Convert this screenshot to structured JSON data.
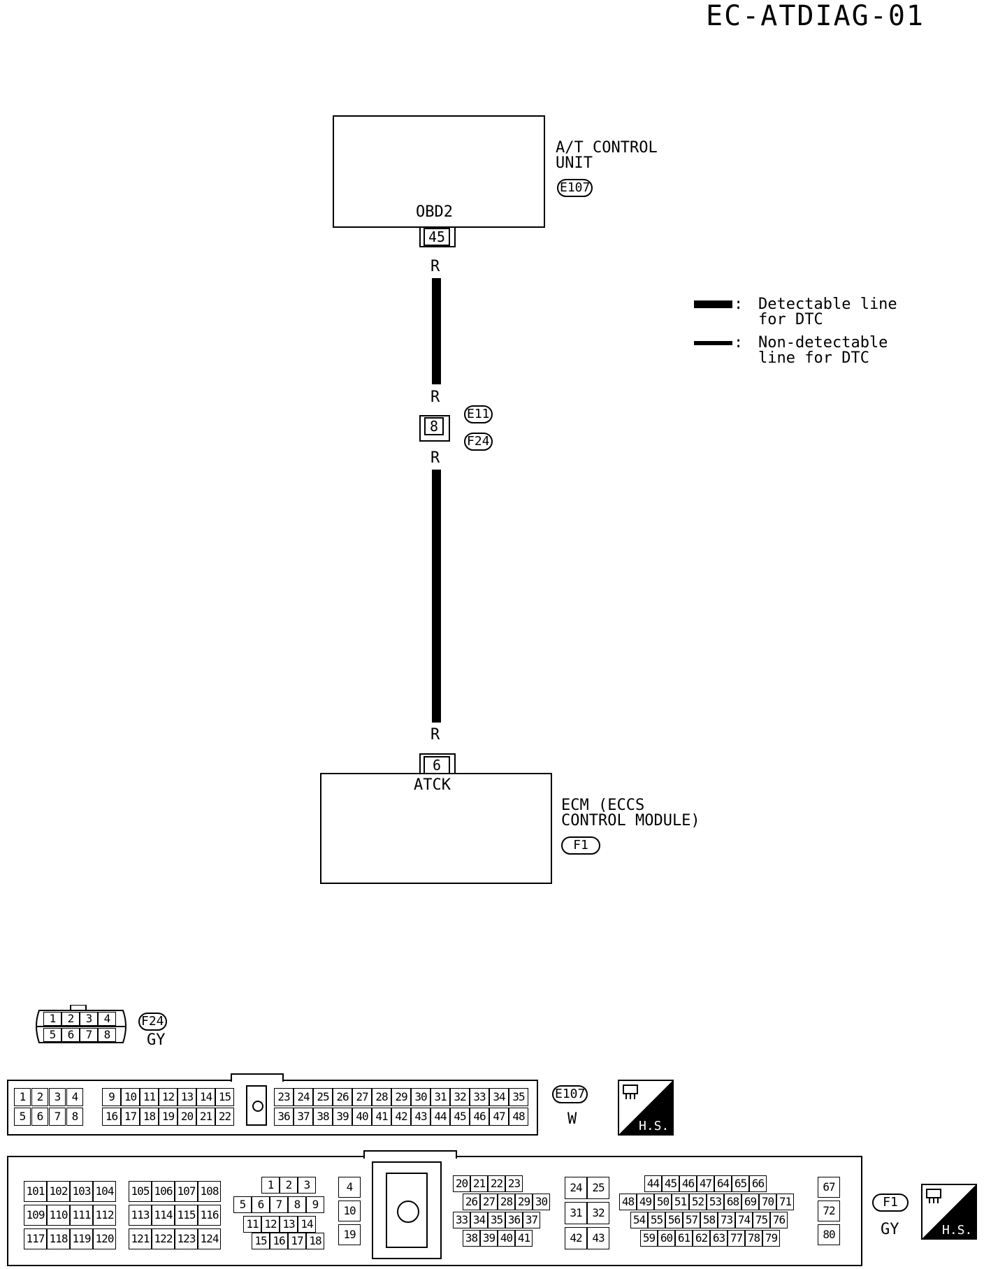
{
  "page_title": "EC-ATDIAG-01",
  "tcm": {
    "name_line1": "A/T CONTROL",
    "name_line2": "UNIT",
    "connector": "E107",
    "terminal_label": "OBD2",
    "pin": "45"
  },
  "ecm": {
    "name_line1": "ECM (ECCS",
    "name_line2": "CONTROL MODULE)",
    "connector": "F1",
    "terminal_label": "ATCK",
    "pin": "6"
  },
  "wire": {
    "color_code": "R"
  },
  "joint": {
    "pin": "8",
    "connector_top": "E11",
    "connector_bottom": "F24"
  },
  "legend": {
    "detectable_line1": "Detectable line",
    "detectable_line2": "for DTC",
    "nondetectable_line1": "Non-detectable",
    "nondetectable_line2": "line for DTC",
    "colon": ":"
  },
  "connectors": {
    "f24": {
      "id": "F24",
      "color": "GY",
      "row1": [
        "1",
        "2",
        "3",
        "4"
      ],
      "row2": [
        "5",
        "6",
        "7",
        "8"
      ]
    },
    "e107": {
      "id": "E107",
      "color": "W",
      "left_row1": [
        "1",
        "2",
        "3",
        "4"
      ],
      "left_row2": [
        "5",
        "6",
        "7",
        "8"
      ],
      "mid_row1": [
        "9",
        "10",
        "11",
        "12",
        "13",
        "14",
        "15"
      ],
      "mid_row2": [
        "16",
        "17",
        "18",
        "19",
        "20",
        "21",
        "22"
      ],
      "right_row1": [
        "23",
        "24",
        "25",
        "26",
        "27",
        "28",
        "29",
        "30",
        "31",
        "32",
        "33",
        "34",
        "35"
      ],
      "right_row2": [
        "36",
        "37",
        "38",
        "39",
        "40",
        "41",
        "42",
        "43",
        "44",
        "45",
        "46",
        "47",
        "48"
      ],
      "hs_label": "H.S."
    },
    "f1": {
      "id": "F1",
      "color": "GY",
      "hs_label": "H.S.",
      "g1_rows": [
        [
          "101",
          "102",
          "103",
          "104"
        ],
        [
          "109",
          "110",
          "111",
          "112"
        ],
        [
          "117",
          "118",
          "119",
          "120"
        ]
      ],
      "g2_rows": [
        [
          "105",
          "106",
          "107",
          "108"
        ],
        [
          "113",
          "114",
          "115",
          "116"
        ],
        [
          "121",
          "122",
          "123",
          "124"
        ]
      ],
      "g3_row1": [
        "1",
        "2",
        "3"
      ],
      "g3_row2": [
        "5",
        "6",
        "7",
        "8",
        "9"
      ],
      "g3_row3": [
        "11",
        "12",
        "13",
        "14"
      ],
      "g3_row4": [
        "15",
        "16",
        "17",
        "18"
      ],
      "g4": [
        "4",
        "10",
        "19"
      ],
      "g5_row1": [
        "20",
        "21",
        "22",
        "23"
      ],
      "g5_row2": [
        "26",
        "27",
        "28",
        "29",
        "30"
      ],
      "g5_row3": [
        "33",
        "34",
        "35",
        "36",
        "37"
      ],
      "g5_row4": [
        "38",
        "39",
        "40",
        "41"
      ],
      "g6": [
        [
          "24",
          "25"
        ],
        [
          "31",
          "32"
        ],
        [
          "42",
          "43"
        ]
      ],
      "g7_row1": [
        "44",
        "45",
        "46",
        "47",
        "64",
        "65",
        "66"
      ],
      "g7_row2": [
        "48",
        "49",
        "50",
        "51",
        "52",
        "53",
        "68",
        "69",
        "70",
        "71"
      ],
      "g7_row3": [
        "54",
        "55",
        "56",
        "57",
        "58",
        "73",
        "74",
        "75",
        "76"
      ],
      "g7_row4": [
        "59",
        "60",
        "61",
        "62",
        "63",
        "77",
        "78",
        "79"
      ],
      "g8": [
        "67",
        "72",
        "80"
      ]
    }
  }
}
